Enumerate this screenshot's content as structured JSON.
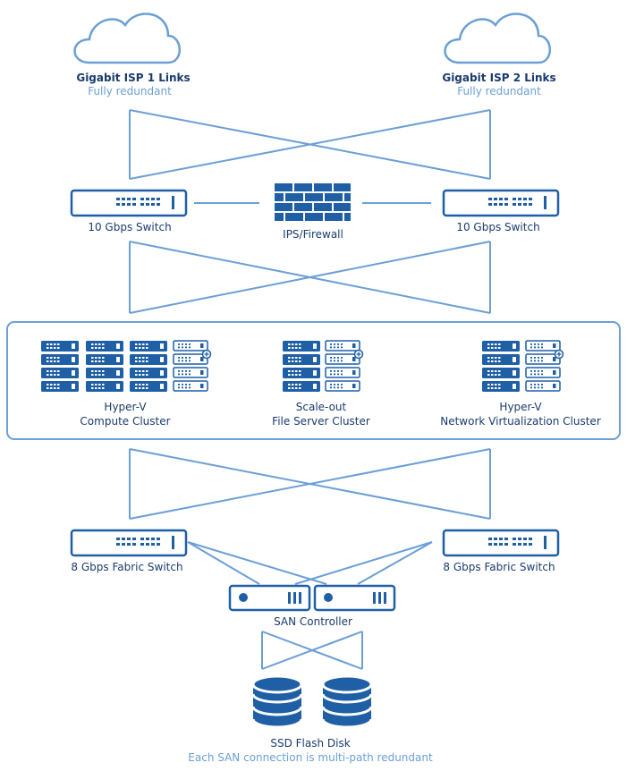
{
  "isp1": {
    "title": "Gigabit ISP 1 Links",
    "subtitle": "Fully redundant"
  },
  "isp2": {
    "title": "Gigabit ISP 2 Links",
    "subtitle": "Fully redundant"
  },
  "switch_left": {
    "label": "10 Gbps Switch"
  },
  "switch_right": {
    "label": "10 Gbps Switch"
  },
  "firewall": {
    "label": "IPS/Firewall"
  },
  "cluster_compute": {
    "line1": "Hyper-V",
    "line2": "Compute Cluster"
  },
  "cluster_fileserver": {
    "line1": "Scale-out",
    "line2": "File Server Cluster"
  },
  "cluster_network": {
    "line1": "Hyper-V",
    "line2": "Network Virtualization Cluster"
  },
  "fabric_left": {
    "label": "8 Gbps Fabric Switch"
  },
  "fabric_right": {
    "label": "8 Gbps Fabric Switch"
  },
  "san": {
    "label": "SAN Controller"
  },
  "disk": {
    "label": "SSD Flash Disk",
    "note": "Each SAN connection is multi-path redundant"
  },
  "colors": {
    "dark": "#1f5fa6",
    "line": "#6b9fd6",
    "text": "#1a3b6e"
  }
}
